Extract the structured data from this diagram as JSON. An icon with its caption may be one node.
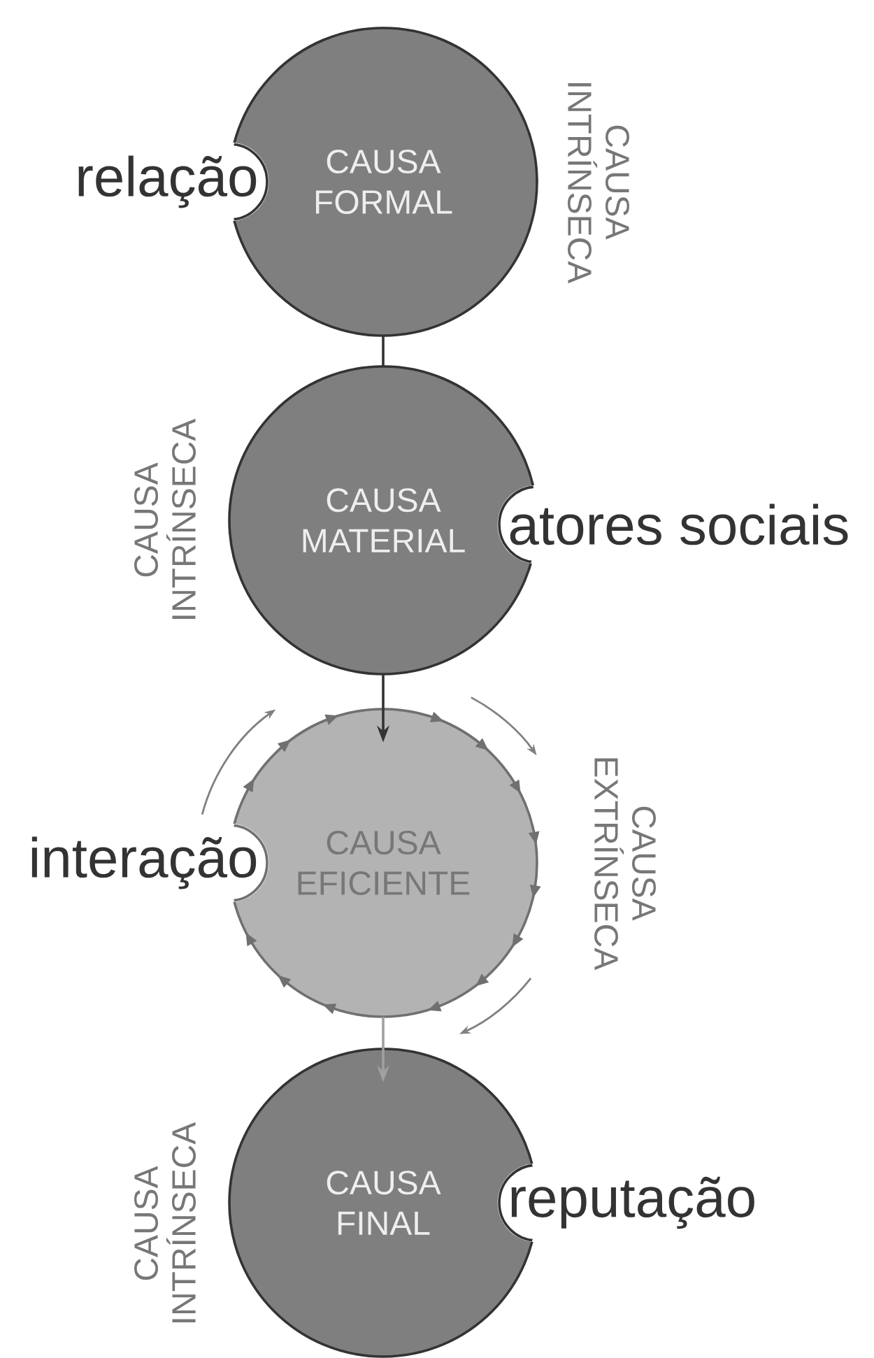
{
  "diagram": {
    "nodes": [
      {
        "text": [
          "CAUSA FORMAL"
        ],
        "beside": [
          "relação",
          "CAUSA INTRÍNSECA"
        ]
      },
      {
        "text": [
          "CAUSA MATERIAL"
        ],
        "beside": [
          "atores sociais",
          "CAUSA INTRÍNSECA"
        ]
      },
      {
        "text": [
          "CAUSA EFICIENTE"
        ],
        "beside": [
          "interação",
          "CAUSA EXTRÍNSECA"
        ]
      },
      {
        "text": [
          "CAUSA FINAL"
        ],
        "beside": [
          "reputação",
          "CAUSA INTRÍNSECA"
        ]
      }
    ],
    "edges": [
      {
        "from": 0,
        "to": 1,
        "arrow": "none"
      },
      {
        "from": 1,
        "to": 2,
        "arrow": "to"
      },
      {
        "from": 2,
        "to": 3,
        "arrow": "to",
        "color": "#a0a0a0"
      }
    ]
  }
}
